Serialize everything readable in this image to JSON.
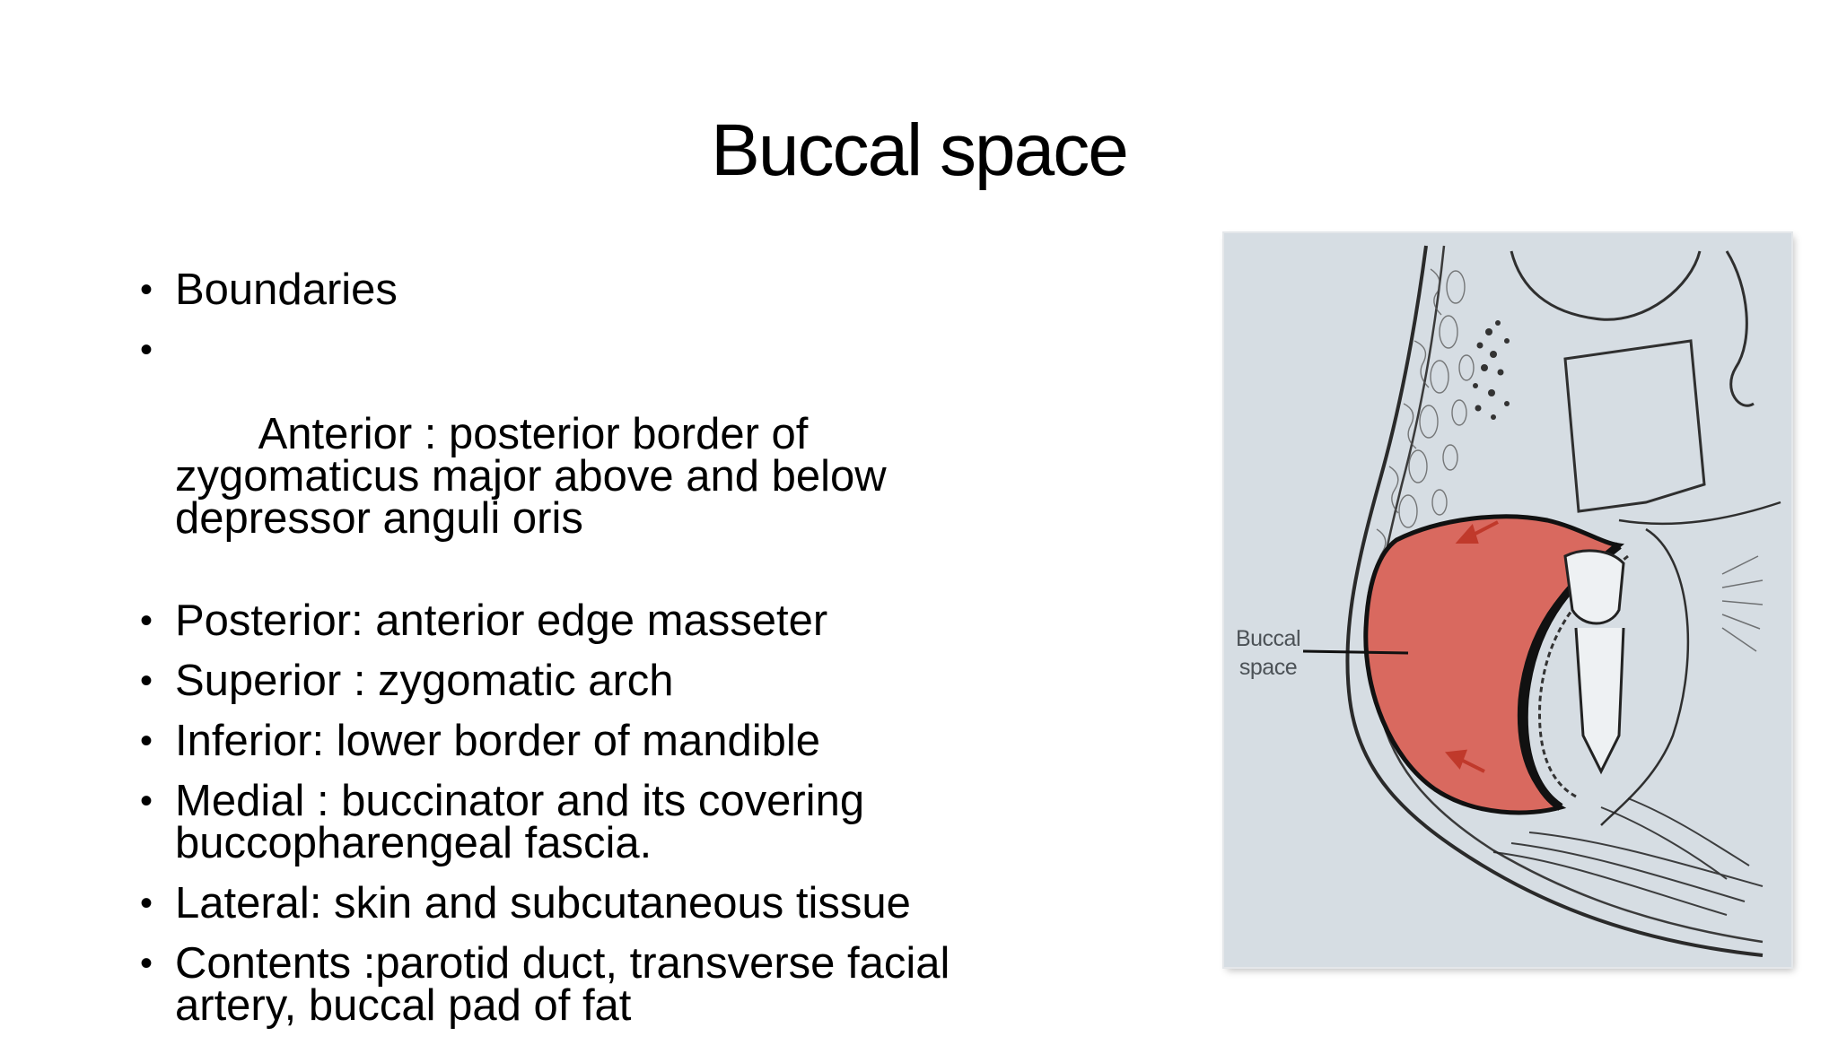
{
  "slide": {
    "title": "Buccal space",
    "bullets": [
      "Boundaries",
      " Anterior : posterior border of zygomaticus major above and below depressor anguli oris",
      "Posterior: anterior edge masseter",
      "Superior : zygomatic arch",
      "Inferior: lower border of mandible",
      "Medial : buccinator and its covering buccopharengeal fascia.",
      "Lateral: skin and subcutaneous tissue",
      "Contents :parotid duct, transverse facial artery, buccal pad of fat"
    ]
  },
  "figure": {
    "label_line1": "Buccal",
    "label_line2": "space",
    "highlight_color": "#d9695f",
    "background_color": "#d6dde3"
  }
}
